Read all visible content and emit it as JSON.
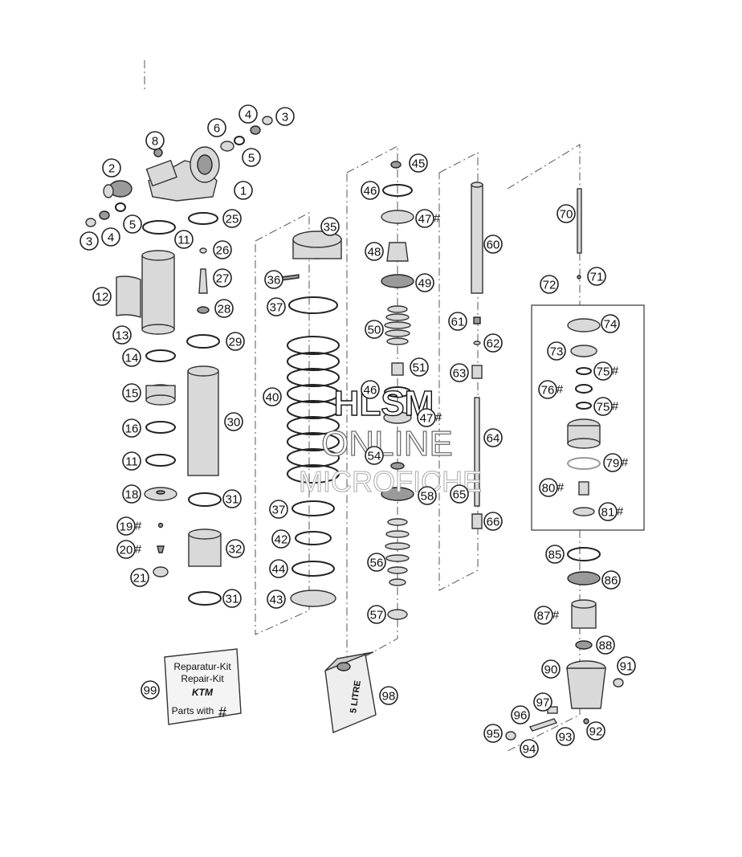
{
  "watermark": {
    "line1": "HLSM",
    "line2": "ONLINE",
    "line3": "MICROFICHE"
  },
  "kit_box": {
    "line1": "Reparatur-Kit",
    "line2": "Repair-Kit",
    "brand": "KTM",
    "line3": "Parts with",
    "hash": "#"
  },
  "oil_can": {
    "label": "5 LITRE"
  },
  "hash_symbol": "#",
  "callouts": [
    {
      "n": "1",
      "hash": false
    },
    {
      "n": "2",
      "hash": false
    },
    {
      "n": "3",
      "hash": false
    },
    {
      "n": "4",
      "hash": false
    },
    {
      "n": "5",
      "hash": false
    },
    {
      "n": "6",
      "hash": false
    },
    {
      "n": "4",
      "hash": false
    },
    {
      "n": "3",
      "hash": false
    },
    {
      "n": "5",
      "hash": false
    },
    {
      "n": "8",
      "hash": false
    },
    {
      "n": "11",
      "hash": false
    },
    {
      "n": "12",
      "hash": false
    },
    {
      "n": "13",
      "hash": false
    },
    {
      "n": "14",
      "hash": false
    },
    {
      "n": "15",
      "hash": false
    },
    {
      "n": "16",
      "hash": false
    },
    {
      "n": "11",
      "hash": false
    },
    {
      "n": "18",
      "hash": false
    },
    {
      "n": "19",
      "hash": true
    },
    {
      "n": "20",
      "hash": true
    },
    {
      "n": "21",
      "hash": false
    },
    {
      "n": "25",
      "hash": false
    },
    {
      "n": "26",
      "hash": false
    },
    {
      "n": "27",
      "hash": false
    },
    {
      "n": "28",
      "hash": false
    },
    {
      "n": "29",
      "hash": false
    },
    {
      "n": "30",
      "hash": false
    },
    {
      "n": "31",
      "hash": false
    },
    {
      "n": "32",
      "hash": false
    },
    {
      "n": "31",
      "hash": false
    },
    {
      "n": "35",
      "hash": false
    },
    {
      "n": "36",
      "hash": false
    },
    {
      "n": "37",
      "hash": false
    },
    {
      "n": "40",
      "hash": false
    },
    {
      "n": "37",
      "hash": false
    },
    {
      "n": "42",
      "hash": false
    },
    {
      "n": "44",
      "hash": false
    },
    {
      "n": "43",
      "hash": false
    },
    {
      "n": "45",
      "hash": false
    },
    {
      "n": "46",
      "hash": false
    },
    {
      "n": "47",
      "hash": true
    },
    {
      "n": "48",
      "hash": false
    },
    {
      "n": "49",
      "hash": false
    },
    {
      "n": "50",
      "hash": false
    },
    {
      "n": "51",
      "hash": false
    },
    {
      "n": "46",
      "hash": false
    },
    {
      "n": "47",
      "hash": true
    },
    {
      "n": "54",
      "hash": false
    },
    {
      "n": "58",
      "hash": false
    },
    {
      "n": "56",
      "hash": false
    },
    {
      "n": "57",
      "hash": false
    },
    {
      "n": "60",
      "hash": false
    },
    {
      "n": "61",
      "hash": false
    },
    {
      "n": "62",
      "hash": false
    },
    {
      "n": "63",
      "hash": false
    },
    {
      "n": "64",
      "hash": false
    },
    {
      "n": "65",
      "hash": false
    },
    {
      "n": "66",
      "hash": false
    },
    {
      "n": "70",
      "hash": false
    },
    {
      "n": "71",
      "hash": false
    },
    {
      "n": "72",
      "hash": false
    },
    {
      "n": "74",
      "hash": false
    },
    {
      "n": "73",
      "hash": false
    },
    {
      "n": "75",
      "hash": true
    },
    {
      "n": "76",
      "hash": true
    },
    {
      "n": "75",
      "hash": true
    },
    {
      "n": "79",
      "hash": true
    },
    {
      "n": "80",
      "hash": true
    },
    {
      "n": "81",
      "hash": true
    },
    {
      "n": "85",
      "hash": false
    },
    {
      "n": "86",
      "hash": false
    },
    {
      "n": "87",
      "hash": true
    },
    {
      "n": "88",
      "hash": false
    },
    {
      "n": "90",
      "hash": false
    },
    {
      "n": "91",
      "hash": false
    },
    {
      "n": "96",
      "hash": false
    },
    {
      "n": "97",
      "hash": false
    },
    {
      "n": "95",
      "hash": false
    },
    {
      "n": "94",
      "hash": false
    },
    {
      "n": "93",
      "hash": false
    },
    {
      "n": "92",
      "hash": false
    },
    {
      "n": "99",
      "hash": false
    },
    {
      "n": "98",
      "hash": false
    }
  ]
}
